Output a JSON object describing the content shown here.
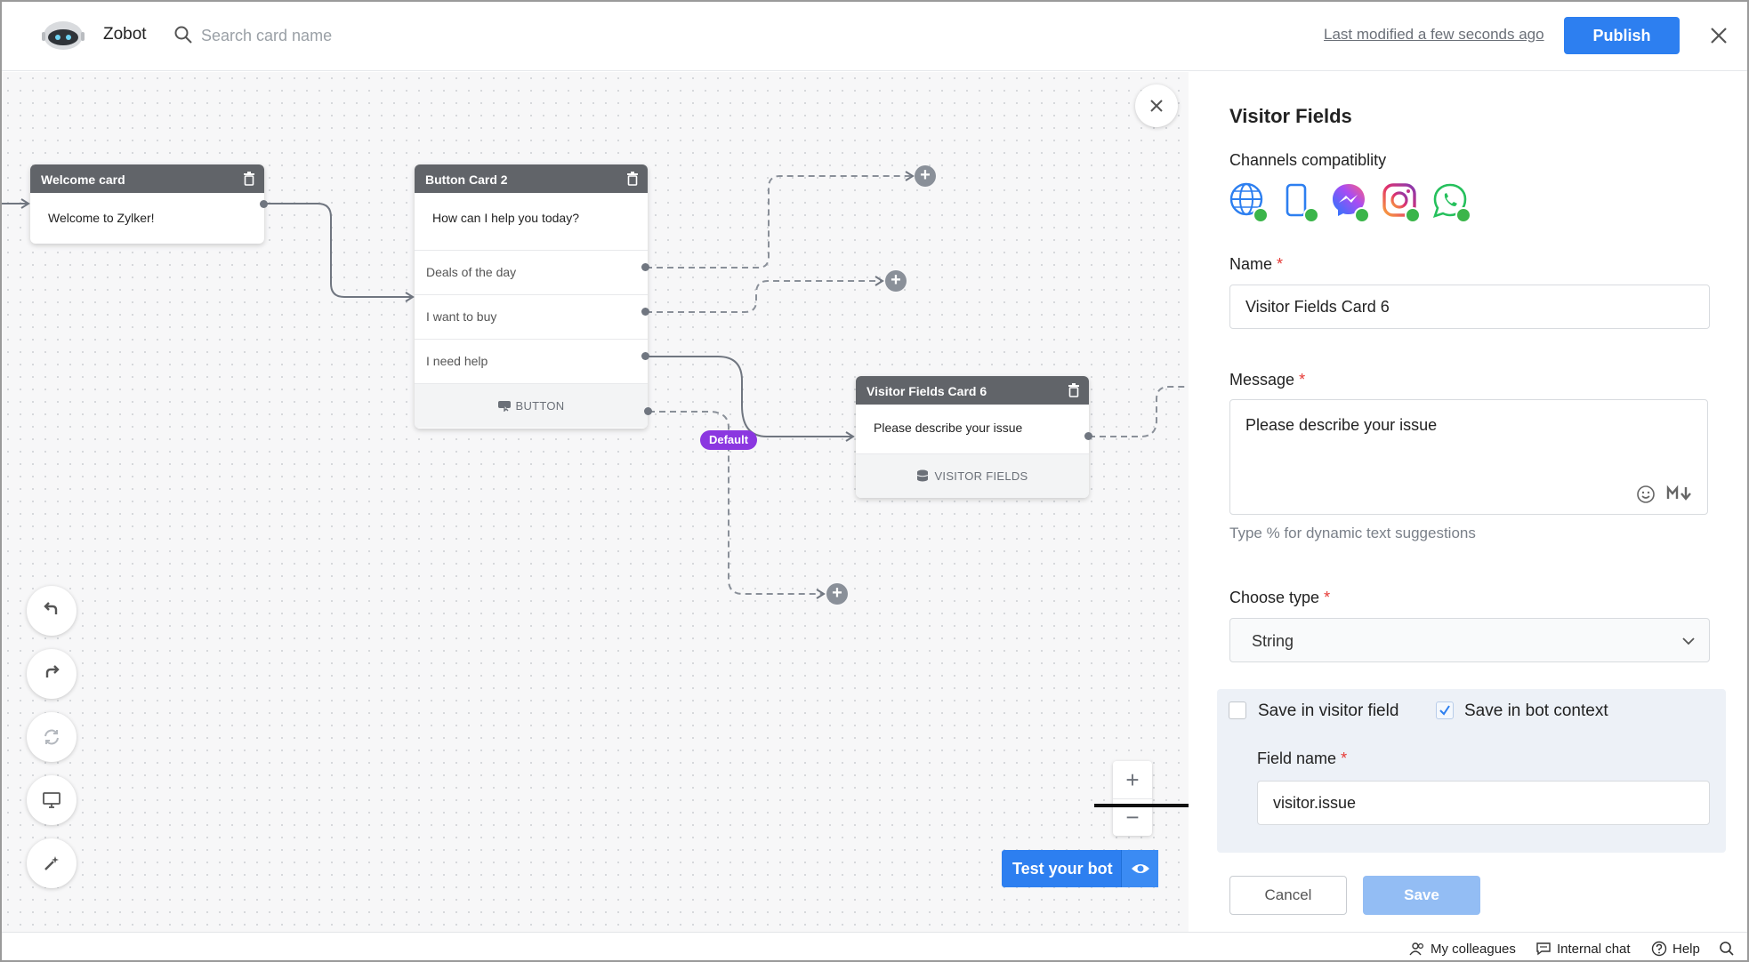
{
  "header": {
    "app_name": "Zobot",
    "search_placeholder": "Search card name",
    "last_modified": "Last modified a few seconds ago",
    "publish_label": "Publish"
  },
  "canvas": {
    "welcome_card": {
      "title": "Welcome card",
      "message": "Welcome to Zylker!"
    },
    "button_card": {
      "title": "Button Card 2",
      "message": "How can I help you today?",
      "options": [
        "Deals of the day",
        "I want to buy",
        "I need help"
      ],
      "footer": "BUTTON"
    },
    "visitor_card": {
      "title": "Visitor Fields Card 6",
      "message": "Please describe your issue",
      "footer": "VISITOR FIELDS"
    },
    "default_label": "Default",
    "plus_symbol": "+",
    "test_bot_label": "Test your bot",
    "zoom_in": "+",
    "zoom_out": "−"
  },
  "panel": {
    "title": "Visitor Fields",
    "channels_label": "Channels compatiblity",
    "channels": [
      "globe-icon",
      "mobile-icon",
      "messenger-icon",
      "instagram-icon",
      "whatsapp-icon"
    ],
    "name_label": "Name",
    "name_value": "Visitor Fields Card 6",
    "message_label": "Message",
    "message_value": "Please describe your issue",
    "hint": "Type % for dynamic text suggestions",
    "type_label": "Choose type",
    "type_value": "String",
    "save_visitor_label": "Save in visitor field",
    "save_visitor_checked": false,
    "save_bot_label": "Save in bot context",
    "save_bot_checked": true,
    "field_name_label": "Field name",
    "field_name_value": "visitor.issue",
    "cancel_label": "Cancel",
    "save_label": "Save",
    "required_mark": "*"
  },
  "footer": {
    "colleagues": "My colleagues",
    "internal_chat": "Internal chat",
    "help": "Help"
  },
  "colors": {
    "primary": "#2d7ff0",
    "default_pill": "#8b37e0",
    "card_header": "#616469",
    "check_green": "#3bb54a"
  }
}
